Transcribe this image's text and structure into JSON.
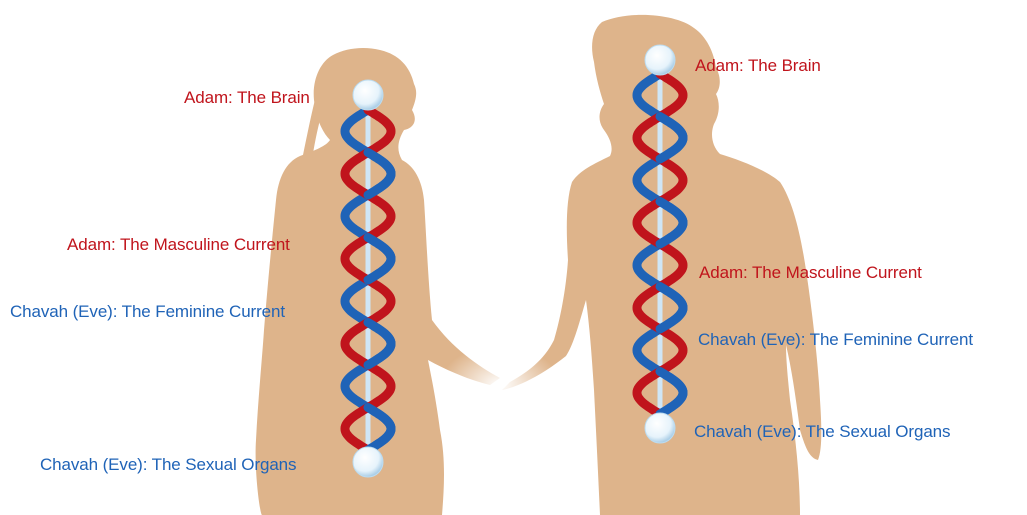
{
  "colors": {
    "silhouette": "#deb48b",
    "masculine_current": "#c0141c",
    "feminine_current": "#1f63b7",
    "spine": "#cfe6f6",
    "node": "#eaf5fc"
  },
  "figures": [
    {
      "name": "woman",
      "labels": {
        "brain": "Adam: The Brain",
        "masculine": "Adam: The Masculine Current",
        "feminine": "Chavah (Eve): The Feminine Current",
        "sexual": "Chavah (Eve): The Sexual Organs"
      }
    },
    {
      "name": "man",
      "labels": {
        "brain": "Adam: The Brain",
        "masculine": "Adam: The Masculine Current",
        "feminine": "Chavah (Eve): The Feminine Current",
        "sexual": "Chavah (Eve): The Sexual Organs"
      }
    }
  ],
  "helix": {
    "woman_half_turns": 8,
    "man_half_turns": 8
  }
}
